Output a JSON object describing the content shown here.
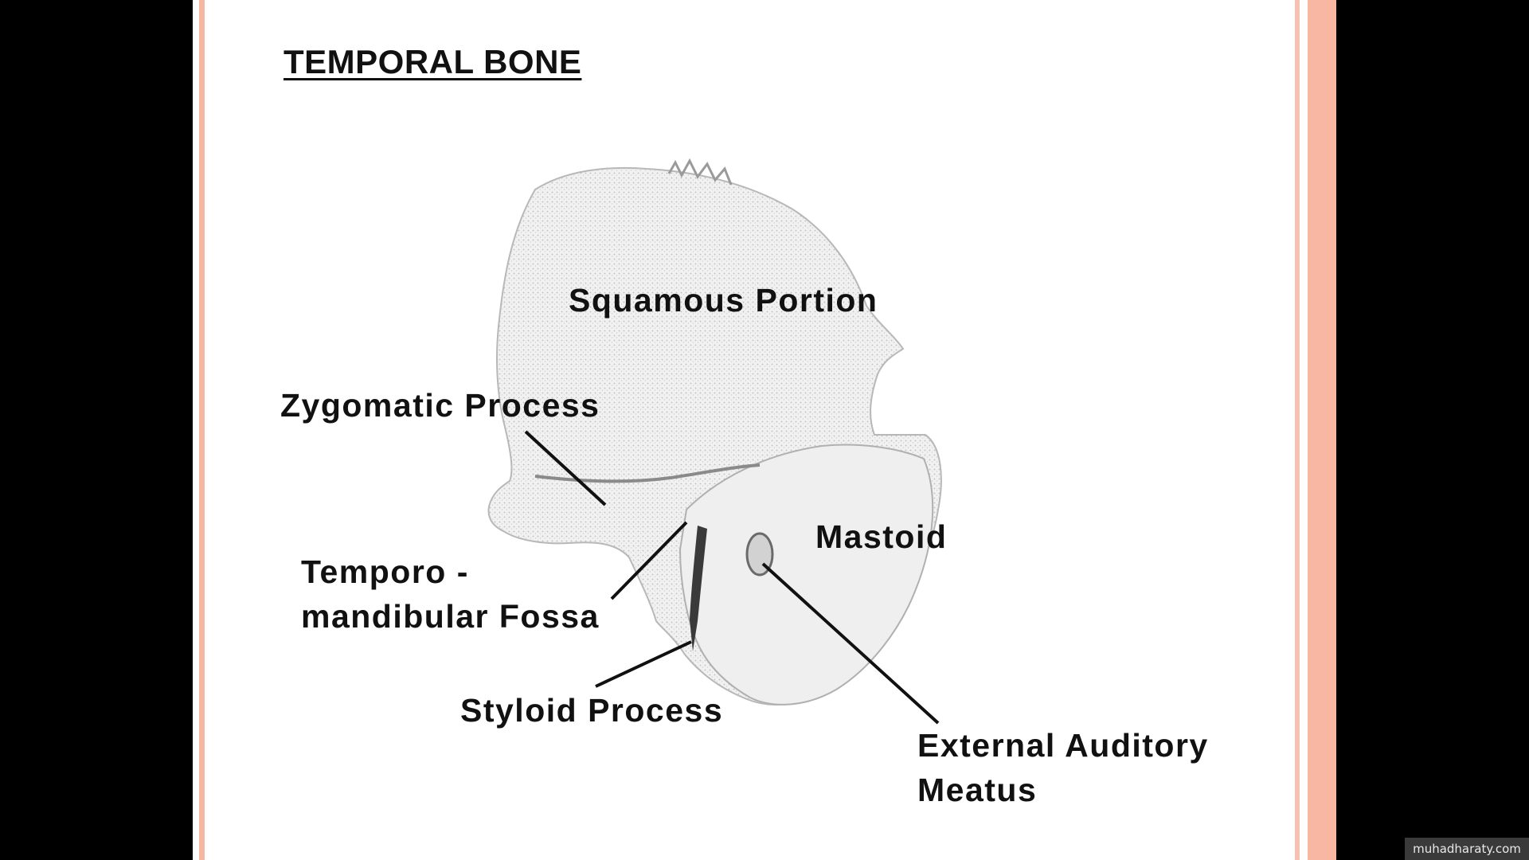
{
  "slide": {
    "title": "TEMPORAL BONE"
  },
  "diagram": {
    "labels": {
      "squamous": "Squamous Portion",
      "zygomatic": "Zygomatic Process",
      "temporo_line1": "Temporo -",
      "temporo_line2": "mandibular Fossa",
      "mastoid": "Mastoid",
      "styloid": "Styloid Process",
      "auditory_line1": "External Auditory",
      "auditory_line2": "Meatus"
    }
  },
  "watermark": {
    "text": "muhadharaty.com"
  },
  "colors": {
    "border_accent": "#f7b7a3",
    "background": "#000000",
    "slide_background": "#ffffff",
    "text": "#111111"
  }
}
